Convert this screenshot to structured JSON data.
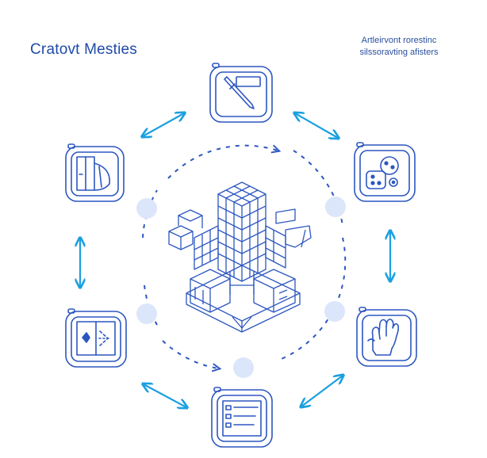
{
  "header": {
    "title": "Cratovt Mesties",
    "subtitle_line1": "Artleirvont rorestinc",
    "subtitle_line2": "silssoravting afisters"
  },
  "colors": {
    "primary_stroke": "#2d57c0",
    "arrow_cyan": "#1ba0e0",
    "dot_fill": "#dbe6fb",
    "ring_dash": "#2d57c0"
  },
  "nodes": [
    {
      "id": "top",
      "icon": "pen-tablet-icon"
    },
    {
      "id": "upper-left",
      "icon": "book-document-icon"
    },
    {
      "id": "upper-right",
      "icon": "dice-cluster-icon"
    },
    {
      "id": "lower-left",
      "icon": "split-panel-icon"
    },
    {
      "id": "lower-right",
      "icon": "hand-gesture-icon"
    },
    {
      "id": "bottom",
      "icon": "list-document-icon"
    }
  ],
  "center": {
    "icon": "isometric-building-cube-icon"
  }
}
